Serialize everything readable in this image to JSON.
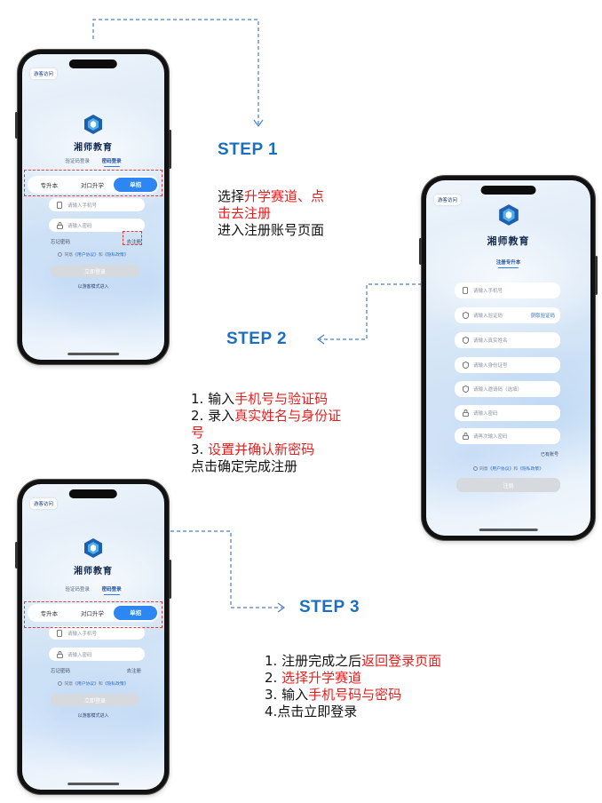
{
  "steps": [
    {
      "title": "STEP 1"
    },
    {
      "title": "STEP 2"
    },
    {
      "title": "STEP 3"
    }
  ],
  "step1_text": {
    "l1_a": "选择",
    "l1_b": "升学赛道、点",
    "l2": "击去注册",
    "l3": "进入注册账号页面"
  },
  "step2_text": {
    "l1_a": "1. 输入",
    "l1_b": "手机号与验证码",
    "l2_a": "2. 录入",
    "l2_b": "真实姓名与身份证",
    "l3": "号",
    "l4_a": "3. ",
    "l4_b": "设置并确认新密码",
    "l5": "点击确定完成注册"
  },
  "step3_text": {
    "l1_a": "1. 注册完成之后",
    "l1_b": "返回登录页面",
    "l2_a": "2. ",
    "l2_b": "选择升学赛道",
    "l3_a": "3. 输入",
    "l3_b": "手机号码与密码",
    "l4": "4.点击立即登录"
  },
  "login_screen": {
    "guest": "游客访问",
    "brand": "湘师教育",
    "tab_code": "验证码登录",
    "tab_pwd": "密码登录",
    "track_a": "专升本",
    "track_b": "对口升学",
    "track_c": "单招",
    "phone_ph": "请输入手机号",
    "pwd_ph": "请输入密码",
    "forgot": "忘记密码",
    "register": "去注册",
    "agree_pre": "同意",
    "agree_l1": "《用户协议》",
    "agree_and": "和",
    "agree_l2": "《隐私政策》",
    "login_btn": "立即登录",
    "guest_mode": "以游客模式进入"
  },
  "register_screen": {
    "guest": "游客访问",
    "brand": "湘师教育",
    "tab": "注册专升本",
    "phone_ph": "请输入手机号",
    "code_ph": "请输入验证码",
    "get_code": "获取验证码",
    "name_ph": "请输入真实姓名",
    "id_ph": "请输入身份证号",
    "invite_ph": "请输入邀请码（选填）",
    "pwd_ph": "请输入密码",
    "pwd2_ph": "请再次输入密码",
    "have_account": "已有账号",
    "agree_pre": "同意",
    "agree_l1": "《用户协议》",
    "agree_and": "和",
    "agree_l2": "《隐私政策》",
    "submit": "注册"
  },
  "colors": {
    "accent": "#2d86f2",
    "step_blue": "#1c6fbf",
    "highlight_red": "#e81e1e"
  }
}
